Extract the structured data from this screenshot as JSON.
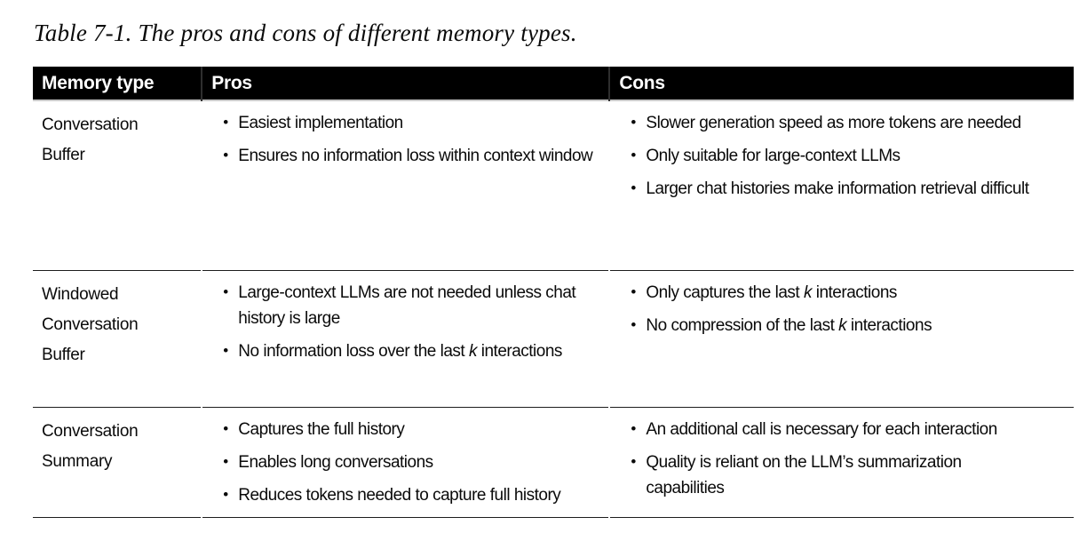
{
  "page": {
    "caption": "Table 7-1. The pros and cons of different memory types."
  },
  "list": {
    "bullet": "•"
  },
  "colors": {
    "header_bg": "#000000",
    "header_text": "#ffffff",
    "body_text": "#0a0a0a",
    "rule": "#1d1d1d",
    "header_divider": "#2e2e2e",
    "header_underline": "#c9c9c9"
  },
  "table": {
    "headers": [
      "Memory type",
      "Pros",
      "Cons"
    ],
    "rows": [
      {
        "memory_type": "Conversation Buffer",
        "pros": [
          [
            {
              "text": "Easiest implementation"
            }
          ],
          [
            {
              "text": "Ensures no information loss within context window"
            }
          ]
        ],
        "cons": [
          [
            {
              "text": "Slower generation speed as more tokens are needed"
            }
          ],
          [
            {
              "text": "Only suitable for large-context LLMs"
            }
          ],
          [
            {
              "text": "Larger chat histories make information retrieval difficult"
            }
          ]
        ]
      },
      {
        "memory_type": "Windowed Conversation Buffer",
        "pros": [
          [
            {
              "text": "Large-context LLMs are not needed unless chat history is large"
            }
          ],
          [
            {
              "text": "No information loss over the last "
            },
            {
              "text": "k",
              "italic": true
            },
            {
              "text": " interactions"
            }
          ]
        ],
        "cons": [
          [
            {
              "text": "Only captures the last "
            },
            {
              "text": "k",
              "italic": true
            },
            {
              "text": " interactions"
            }
          ],
          [
            {
              "text": "No compression of the last "
            },
            {
              "text": "k",
              "italic": true
            },
            {
              "text": " interactions"
            }
          ]
        ]
      },
      {
        "memory_type": "Conversation Summary",
        "pros": [
          [
            {
              "text": "Captures the full history"
            }
          ],
          [
            {
              "text": "Enables long conversations"
            }
          ],
          [
            {
              "text": "Reduces tokens needed to capture full history"
            }
          ]
        ],
        "cons": [
          [
            {
              "text": "An additional call is necessary for each interaction"
            }
          ],
          [
            {
              "text": "Quality is reliant on the LLM’s summarization capabilities"
            }
          ]
        ]
      }
    ]
  }
}
